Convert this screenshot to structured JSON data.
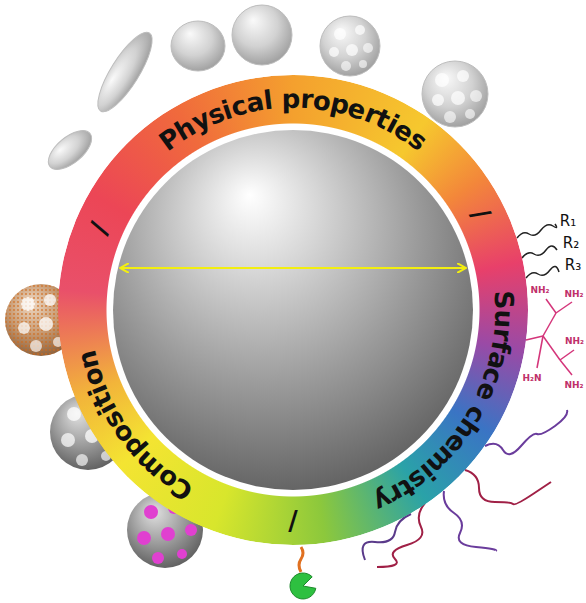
{
  "diagram": {
    "nodes": [
      {
        "text": [
          "Physical properties",
          "/",
          "Surface chemistry",
          "/",
          "Composition",
          "/"
        ]
      }
    ],
    "labels": [
      "R₁",
      "R₂",
      "R₃",
      "NH₂",
      "NH₂",
      "NH₂",
      "NH₂",
      "H₂N"
    ]
  }
}
